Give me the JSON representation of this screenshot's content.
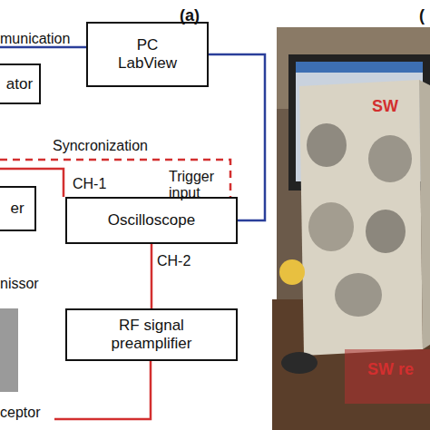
{
  "diagram": {
    "nodes": [
      {
        "text": [
          "PC LabView"
        ]
      },
      {
        "text": [
          "ator"
        ]
      },
      {
        "text": [
          "er"
        ]
      },
      {
        "text": [
          "Oscilloscope"
        ]
      },
      {
        "text": [
          "RF signal preamplifier"
        ]
      }
    ],
    "edges": [
      {
        "from": 0,
        "to": 3,
        "arrow": "none"
      },
      {
        "from": 4,
        "to": 3,
        "label": "CH-2",
        "arrow": "none"
      }
    ],
    "labels": [
      "(a)",
      "(",
      "munication",
      "Syncronization",
      "Trigger input",
      "CH-1",
      "nissor",
      "ceptor",
      "SW",
      "SW re"
    ]
  }
}
